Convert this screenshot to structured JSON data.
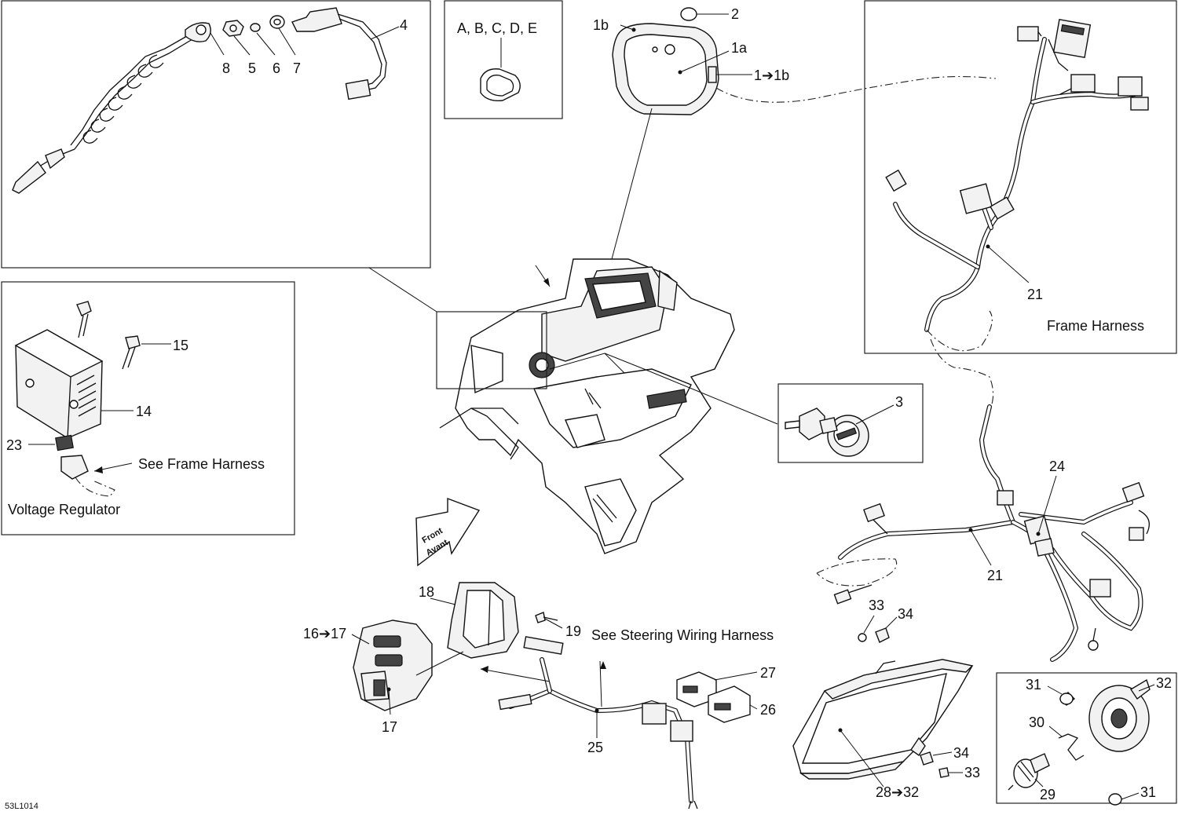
{
  "callouts": {
    "c4": "4",
    "c8": "8",
    "c5": "5",
    "c6": "6",
    "c7": "7",
    "c2": "2",
    "c1b": "1b",
    "c1a": "1a",
    "c1to1b": "1➔1b",
    "c21a": "21",
    "c21b": "21",
    "c15": "15",
    "c14": "14",
    "c23": "23",
    "c3": "3",
    "c24": "24",
    "c18": "18",
    "c19": "19",
    "c16to17": "16➔17",
    "c17": "17",
    "c25": "25",
    "c27": "27",
    "c26": "26",
    "c33a": "33",
    "c34a": "34",
    "c34b": "34",
    "c33b": "33",
    "c28to32": "28➔32",
    "c31a": "31",
    "c31b": "31",
    "c32": "32",
    "c30": "30",
    "c29": "29"
  },
  "texts": {
    "gasket_codes": "A, B, C, D, E",
    "frame_harness": "Frame Harness",
    "see_frame_harness": "See Frame Harness",
    "voltage_regulator": "Voltage Regulator",
    "see_steering_harness": "See Steering Wiring Harness",
    "front": "Front",
    "avant": "Avant",
    "drawing_code": "53L1014"
  }
}
